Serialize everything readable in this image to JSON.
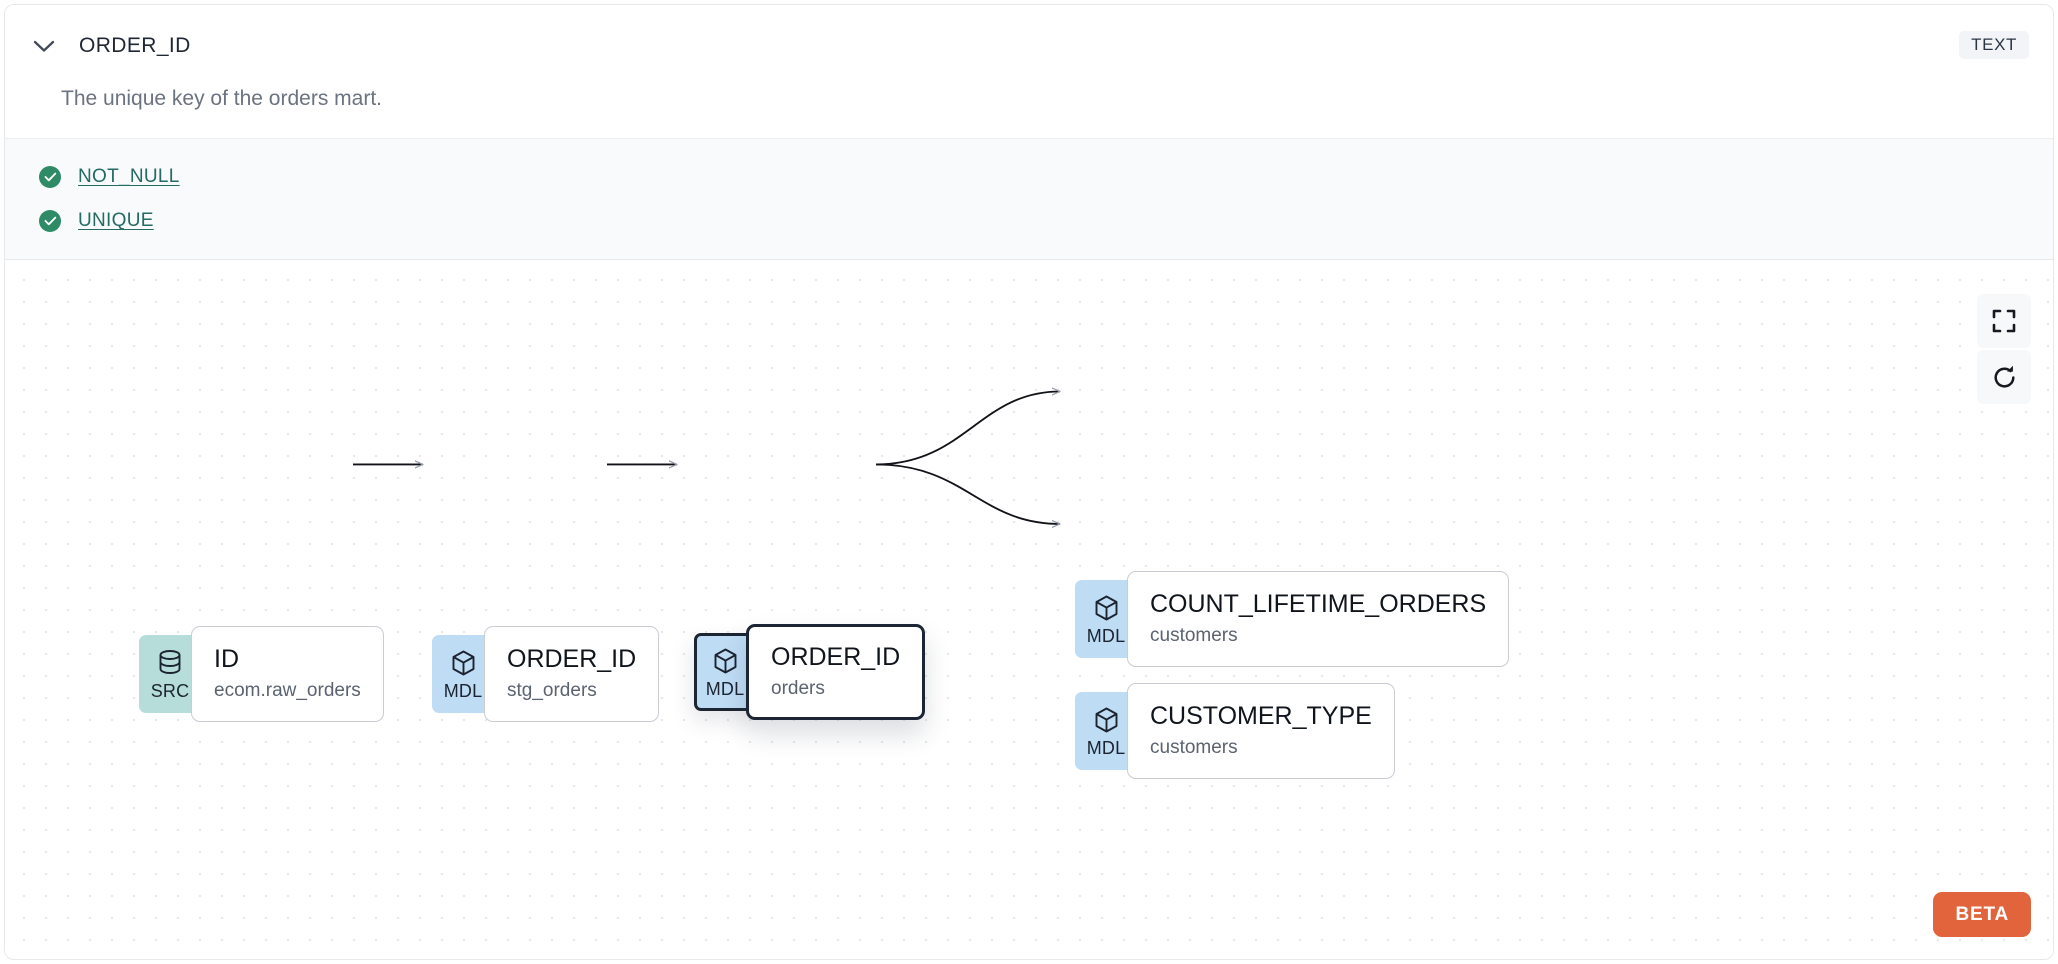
{
  "header": {
    "collapse_icon": "chevron-down-icon",
    "column_name": "ORDER_ID",
    "data_type": "TEXT",
    "description": "The unique key of the orders mart."
  },
  "tests": {
    "items": [
      {
        "status_icon": "check-circle-icon",
        "label": "NOT_NULL"
      },
      {
        "status_icon": "check-circle-icon",
        "label": "UNIQUE"
      }
    ]
  },
  "lineage": {
    "controls": [
      {
        "name": "fit-view-icon",
        "label": "Fit view"
      },
      {
        "name": "refresh-icon",
        "label": "Reset"
      }
    ],
    "beta_label": "BETA",
    "nodes": [
      {
        "id": "src_id",
        "badge": "SRC",
        "badge_icon": "database-icon",
        "name": "ID",
        "sub": "ecom.raw_orders",
        "selected": false
      },
      {
        "id": "stg_order_id",
        "badge": "MDL",
        "badge_icon": "cube-icon",
        "name": "ORDER_ID",
        "sub": "stg_orders",
        "selected": false
      },
      {
        "id": "orders_order_id",
        "badge": "MDL",
        "badge_icon": "cube-icon",
        "name": "ORDER_ID",
        "sub": "orders",
        "selected": true
      },
      {
        "id": "count_lifetime_orders",
        "badge": "MDL",
        "badge_icon": "cube-icon",
        "name": "COUNT_LIFETIME_ORDERS",
        "sub": "customers",
        "selected": false
      },
      {
        "id": "customer_type",
        "badge": "MDL",
        "badge_icon": "cube-icon",
        "name": "CUSTOMER_TYPE",
        "sub": "customers",
        "selected": false
      }
    ],
    "edges": [
      {
        "from": "src_id",
        "to": "stg_order_id"
      },
      {
        "from": "stg_order_id",
        "to": "orders_order_id"
      },
      {
        "from": "orders_order_id",
        "to": "count_lifetime_orders"
      },
      {
        "from": "orders_order_id",
        "to": "customer_type"
      }
    ]
  },
  "colors": {
    "src_badge": "#b7ddda",
    "mdl_badge": "#bfdcf5",
    "test_pass": "#2e8b66",
    "test_link": "#236b63",
    "beta": "#e2643c",
    "selected_border": "#1b2533"
  }
}
